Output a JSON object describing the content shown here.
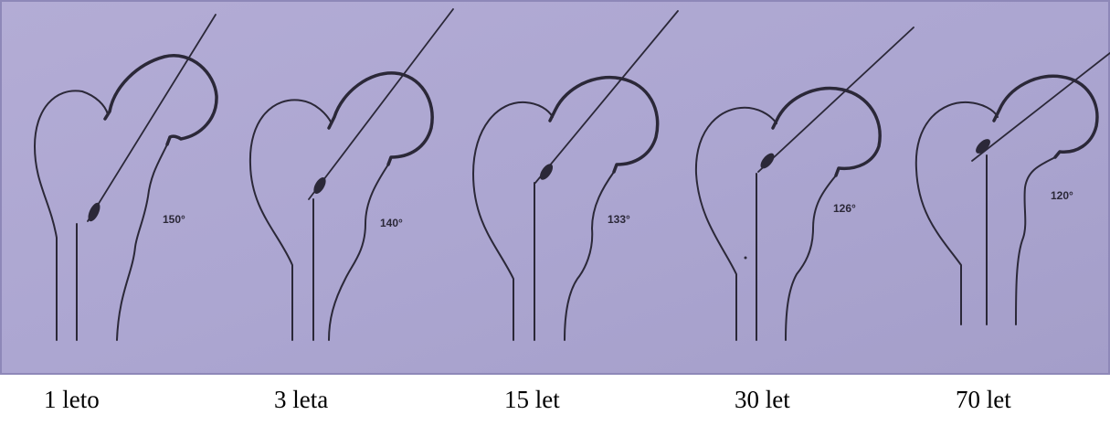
{
  "colors": {
    "photo_background": "#aba5d0",
    "photo_border": "#8e88b8",
    "line": "#2b2838",
    "caption_text": "#000000"
  },
  "figures": [
    {
      "angle_label": "150°",
      "caption": "1 leto"
    },
    {
      "angle_label": "140°",
      "caption": "3 leta"
    },
    {
      "angle_label": "133°",
      "caption": "15 let"
    },
    {
      "angle_label": "126°",
      "caption": "30 let"
    },
    {
      "angle_label": "120°",
      "caption": "70 let"
    }
  ]
}
